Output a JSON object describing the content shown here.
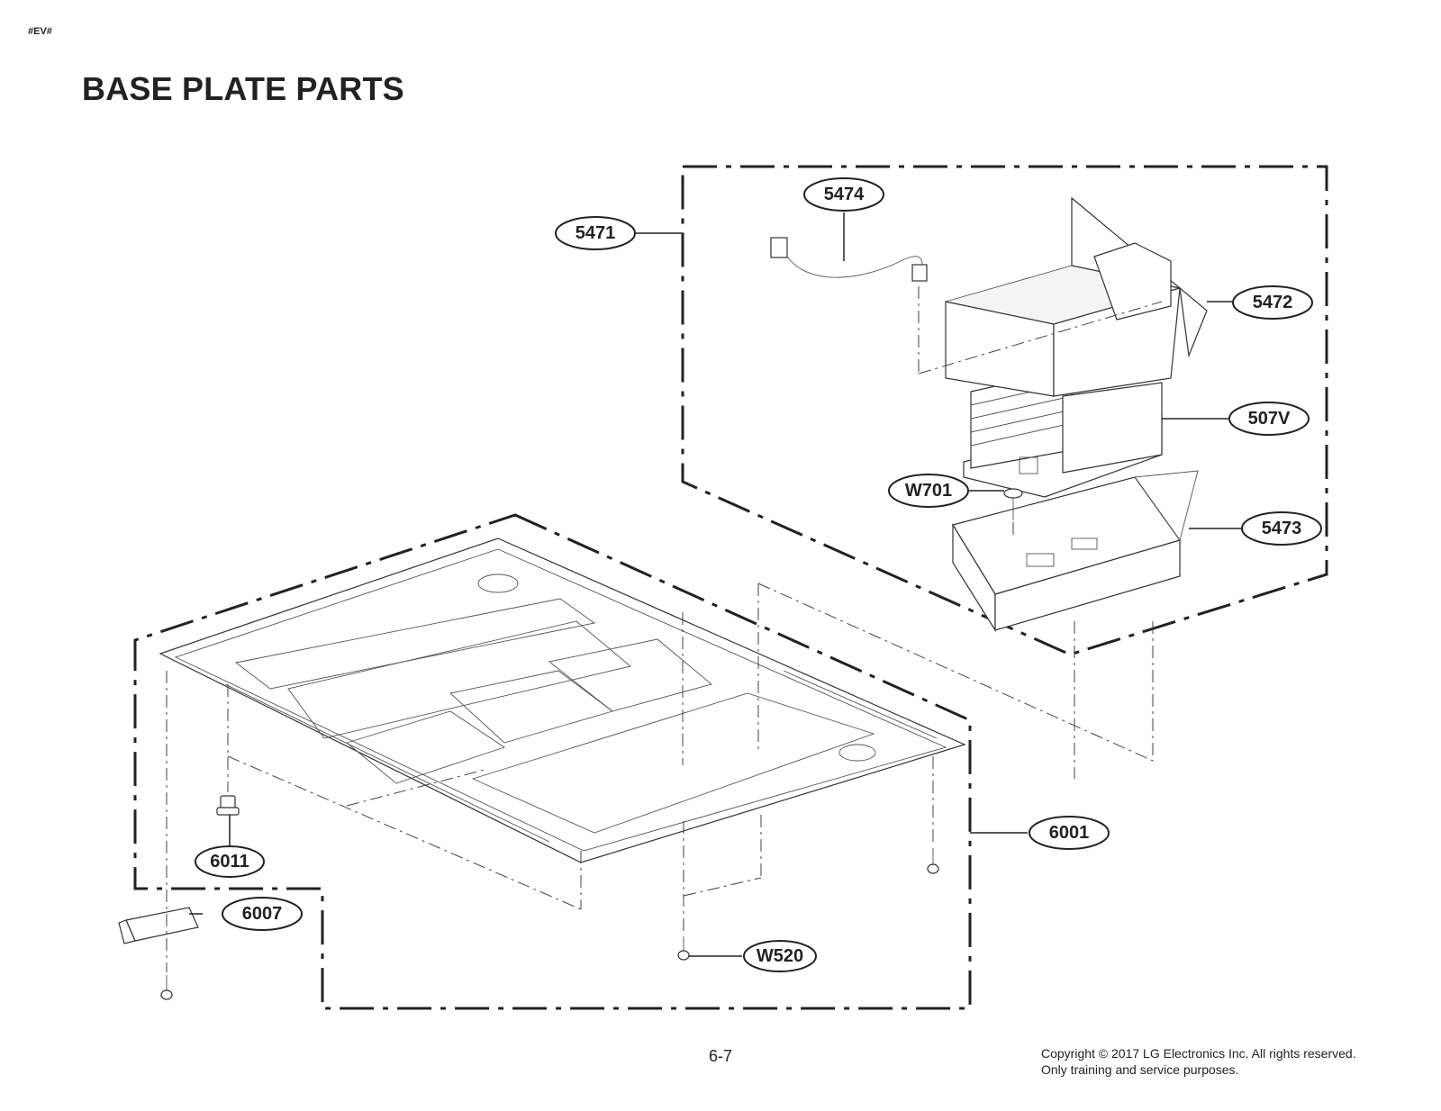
{
  "header": {
    "doc_code": "#EV#",
    "title": "BASE PLATE PARTS"
  },
  "callouts": {
    "c5471": "5471",
    "c5474": "5474",
    "c5472": "5472",
    "c507V": "507V",
    "cW701": "W701",
    "c5473": "5473",
    "c6001": "6001",
    "c6011": "6011",
    "c6007": "6007",
    "cW520": "W520"
  },
  "footer": {
    "page_number": "6-7",
    "copyright_line1": "Copyright © 2017 LG Electronics Inc. All rights reserved.",
    "copyright_line2": "Only training and service purposes."
  }
}
